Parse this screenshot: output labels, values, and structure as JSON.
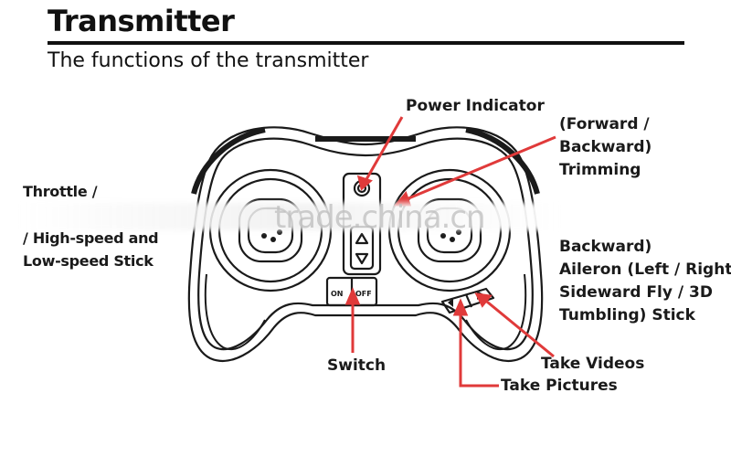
{
  "header": {
    "title": "Transmitter",
    "subtitle": "The functions of the transmitter"
  },
  "labels": {
    "power_indicator": "Power Indicator",
    "trimming": [
      "(Forward /",
      "Backward)",
      "Trimming"
    ],
    "throttle_top": "Throttle /",
    "throttle_bottom": [
      "/ High-speed and",
      "Low-speed Stick"
    ],
    "aileron": [
      "Backward)",
      "Aileron (Left / Right",
      "Sideward Fly / 3D",
      "Tumbling) Stick"
    ],
    "switch": "Switch",
    "take_videos": "Take Videos",
    "take_pictures": "Take Pictures"
  },
  "controls": {
    "on": "ON",
    "off": "OFF"
  },
  "watermark": "trade.china.cn",
  "colors": {
    "pointer": "#e03a3a",
    "outline": "#1a1a1a",
    "rule": "#111111"
  }
}
